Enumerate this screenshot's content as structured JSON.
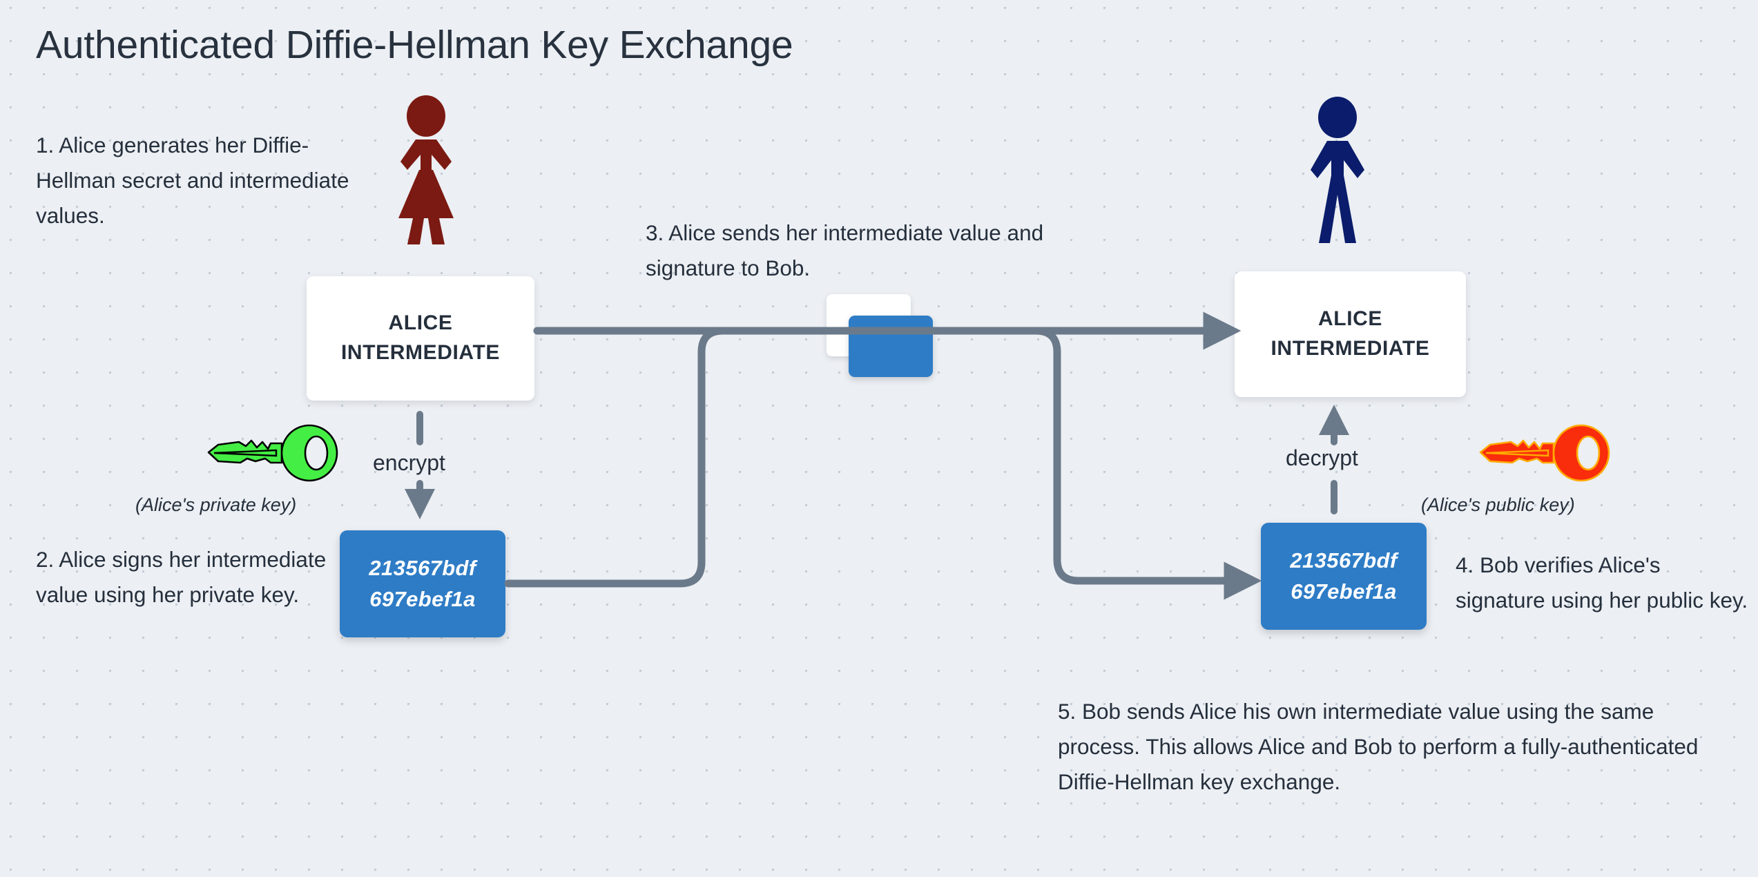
{
  "page": {
    "title": "Authenticated Diffie-Hellman Key Exchange",
    "background_color": "#eceff3",
    "dot_color": "#c3ccd6",
    "text_color": "#252f3c"
  },
  "colors": {
    "alice_figure": "#7b1a12",
    "bob_figure": "#0a1c6b",
    "signature_blue": "#2e7cc6",
    "wire_gray": "#6b7a8a",
    "private_key_green": "#44ee44",
    "public_key_red": "#f92c0c",
    "public_key_outline": "#ffaa00",
    "box_white": "#ffffff"
  },
  "steps": {
    "step1": "1. Alice generates her Diffie-Hellman secret and intermediate values.",
    "step2": "2. Alice signs her intermediate value using her private key.",
    "step3": "3. Alice sends her intermediate value and signature to Bob.",
    "step4": "4. Bob verifies Alice's signature using her public key.",
    "step5": "5. Bob sends Alice his own intermediate value using the same process. This allows Alice and Bob to perform a fully-authenticated Diffie-Hellman key exchange."
  },
  "figures": {
    "alice": {
      "name": "alice-stick-figure",
      "gender": "female"
    },
    "bob": {
      "name": "bob-stick-figure",
      "gender": "male"
    }
  },
  "boxes": {
    "alice_intermediate_left": {
      "line1": "ALICE",
      "line2": "INTERMEDIATE"
    },
    "alice_intermediate_right": {
      "line1": "ALICE",
      "line2": "INTERMEDIATE"
    },
    "signature_left": {
      "line1": "213567bdf",
      "line2": "697ebef1a"
    },
    "signature_right": {
      "line1": "213567bdf",
      "line2": "697ebef1a"
    }
  },
  "labels": {
    "encrypt": "encrypt",
    "decrypt": "decrypt",
    "private_key_caption": "(Alice's private key)",
    "public_key_caption": "(Alice's public key)"
  },
  "icons": {
    "private_key": "key-icon",
    "public_key": "key-icon",
    "encrypt_arrow": "arrow-down-icon",
    "decrypt_arrow": "arrow-up-icon",
    "transport_arrow": "arrow-right-icon",
    "packet": "packet-icon"
  }
}
